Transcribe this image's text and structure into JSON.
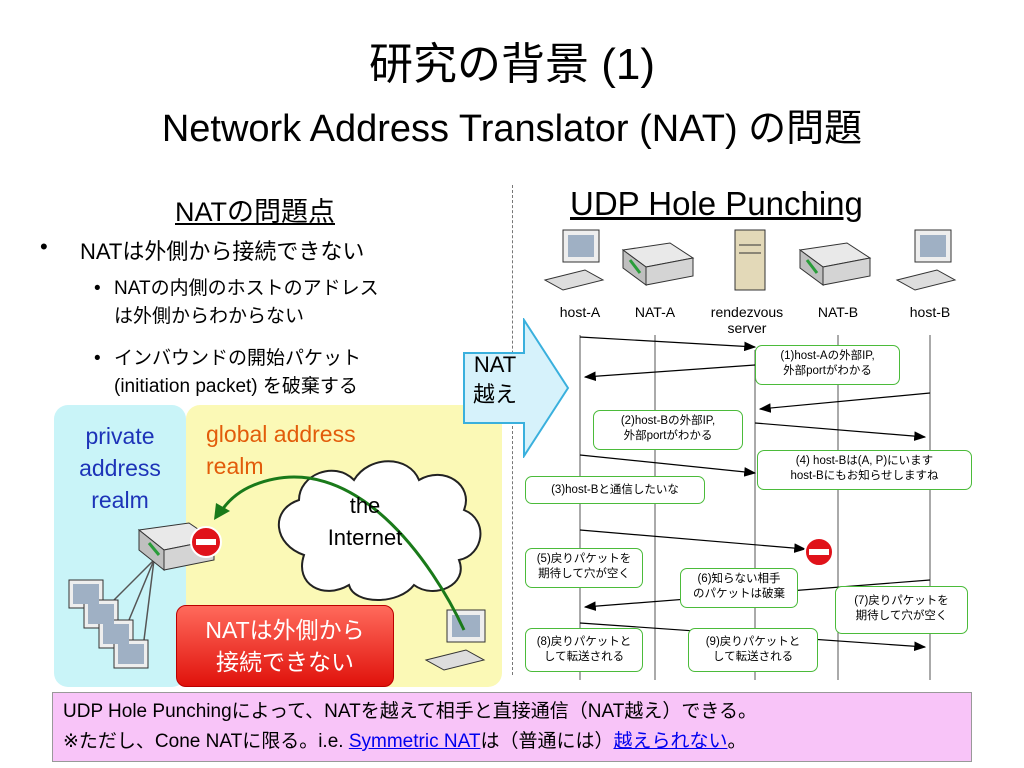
{
  "title": {
    "line1": "研究の背景 (1)",
    "line2": "Network Address Translator (NAT) の問題"
  },
  "left": {
    "heading": "NATの問題点",
    "bullet1": "NATは外側から接続できない",
    "sub1_line1": "NATの内側のホストのアドレス",
    "sub1_line2": "は外側からわからない",
    "sub2_line1": "インバウンドの開始パケット",
    "sub2_line2": "(initiation packet) を破棄する",
    "private_l1": "private",
    "private_l2": "address",
    "private_l3": "realm",
    "global_l1": "global address",
    "global_l2": "realm",
    "cloud_l1": "the",
    "cloud_l2": "Internet",
    "nat_box_l1": "NATは外側から",
    "nat_box_l2": "接続できない"
  },
  "right": {
    "heading": "UDP Hole Punching",
    "nat_arrow_l1": "NAT",
    "nat_arrow_l2": "越え",
    "hosts": {
      "a": "host-A",
      "nata": "NAT-A",
      "srv1": "rendezvous",
      "srv2": "server",
      "natb": "NAT-B",
      "b": "host-B"
    },
    "c1_l1": "(1)host-Aの外部IP,",
    "c1_l2": "外部portがわかる",
    "c2_l1": "(2)host-Bの外部IP,",
    "c2_l2": "外部portがわかる",
    "c3": "(3)host-Bと通信したいな",
    "c4_l1": "(4) host-Bは(A, P)にいます",
    "c4_l2": "host-Bにもお知らせしますね",
    "c5_l1": "(5)戻りパケットを",
    "c5_l2": "期待して穴が空く",
    "c6_l1": "(6)知らない相手",
    "c6_l2": "のパケットは破棄",
    "c7_l1": "(7)戻りパケットを",
    "c7_l2": "期待して穴が空く",
    "c8_l1": "(8)戻りパケットと",
    "c8_l2": "して転送される",
    "c9_l1": "(9)戻りパケットと",
    "c9_l2": "して転送される"
  },
  "bottom": {
    "line1": "UDP Hole Punchingによって、NATを越えて相手と直接通信（NAT越え）できる。",
    "line2_pre": "※ただし、Cone NATに限る。i.e.  ",
    "line2_link1": "Symmetric NAT",
    "line2_mid": "は（普通には）",
    "line2_link2": "越えられない",
    "line2_end": "。"
  },
  "colors": {
    "private_bg": "#c9f4f8",
    "global_bg": "#fbf9b6",
    "callout_border": "#4bbb3a",
    "stop": "#e0121a",
    "bottom_bg": "#f8c4f8",
    "arrow_bg": "#d6f2fb"
  }
}
